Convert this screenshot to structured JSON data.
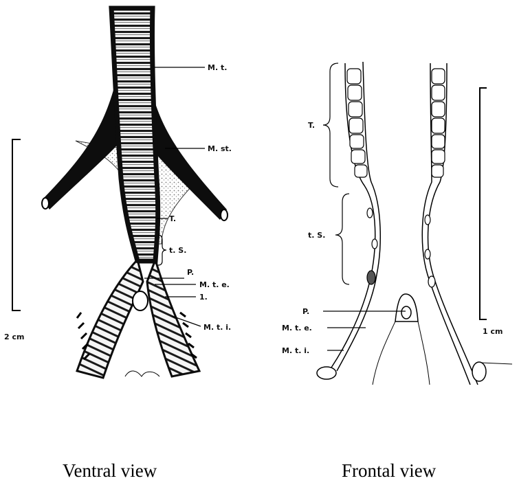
{
  "ventral": {
    "labels": {
      "mt": "M. t.",
      "mst": "M. st.",
      "t": "T.",
      "ts": "t. S.",
      "p": "P.",
      "mte": "M. t. e.",
      "l": "1.",
      "mti": "M. t. i."
    },
    "scale": "2 cm",
    "caption": "Ventral view"
  },
  "frontal": {
    "labels": {
      "t": "T.",
      "ts": "t. S.",
      "p": "P.",
      "mte": "M. t. e.",
      "mti": "M. t. i."
    },
    "scale": "1 cm",
    "caption": "Frontal view"
  },
  "colors": {
    "ink": "#111111",
    "stipple": "#9a9a9a"
  }
}
